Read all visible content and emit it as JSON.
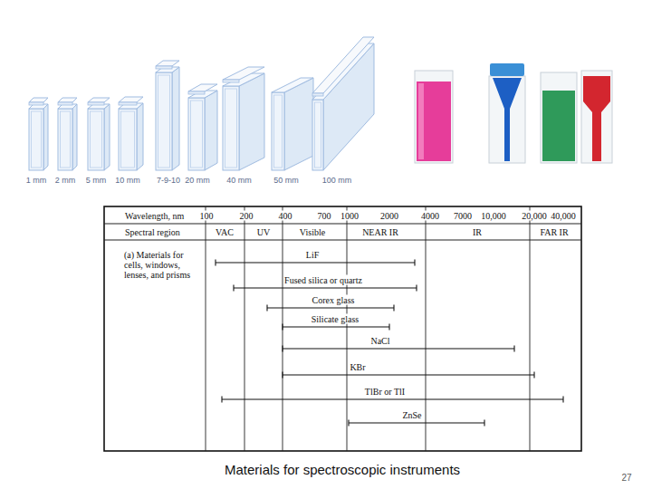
{
  "diagram": {
    "caption": "Materials for spectroscopic instruments",
    "labels": [
      "1 mm",
      "2 mm",
      "5 mm",
      "10 mm",
      "7-9-10",
      "20 mm",
      "40 mm",
      "50 mm",
      "100 mm",
      "Wavelength, nm",
      "100",
      "200",
      "400",
      "700",
      "1000",
      "2000",
      "4000",
      "7000",
      "10,000",
      "20,000",
      "40,000",
      "Spectral region",
      "VAC",
      "UV",
      "Visible",
      "NEAR IR",
      "IR",
      "FAR IR",
      "(a) Materials for cells, windows, lenses, and prisms",
      "LiF",
      "Fused silica or quartz",
      "Corex glass",
      "Silicate glass",
      "NaCl",
      "KBr",
      "TlBr or TlI",
      "ZnSe",
      "27"
    ]
  }
}
